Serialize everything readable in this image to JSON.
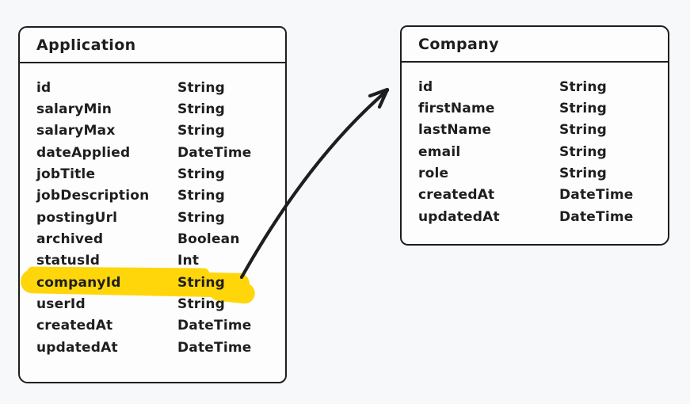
{
  "diagram": {
    "kind": "entity-relationship-diagram",
    "colors": {
      "stroke": "#1e1e1e",
      "highlight": "#FFD60A",
      "canvas_background": "#f7f8fa",
      "shape_fill": "#fdfdfe"
    },
    "relation": {
      "from_table": "Application",
      "from_field": "companyId",
      "to_table": "Company",
      "style": "curved-arrow",
      "highlighted_field": "companyId"
    }
  },
  "tables": {
    "application": {
      "title": "Application",
      "fields": [
        {
          "name": "id",
          "type": "String"
        },
        {
          "name": "salaryMin",
          "type": "String"
        },
        {
          "name": "salaryMax",
          "type": "String"
        },
        {
          "name": "dateApplied",
          "type": "DateTime"
        },
        {
          "name": "jobTitle",
          "type": "String"
        },
        {
          "name": "jobDescription",
          "type": "String"
        },
        {
          "name": "postingUrl",
          "type": "String"
        },
        {
          "name": "archived",
          "type": "Boolean"
        },
        {
          "name": "statusId",
          "type": "Int"
        },
        {
          "name": "companyId",
          "type": "String",
          "highlighted": true
        },
        {
          "name": "userId",
          "type": "String"
        },
        {
          "name": "createdAt",
          "type": "DateTime"
        },
        {
          "name": "updatedAt",
          "type": "DateTime"
        }
      ]
    },
    "company": {
      "title": "Company",
      "fields": [
        {
          "name": "id",
          "type": "String"
        },
        {
          "name": "firstName",
          "type": "String"
        },
        {
          "name": "lastName",
          "type": "String"
        },
        {
          "name": "email",
          "type": "String"
        },
        {
          "name": "role",
          "type": "String"
        },
        {
          "name": "createdAt",
          "type": "DateTime"
        },
        {
          "name": "updatedAt",
          "type": "DateTime"
        }
      ]
    }
  }
}
